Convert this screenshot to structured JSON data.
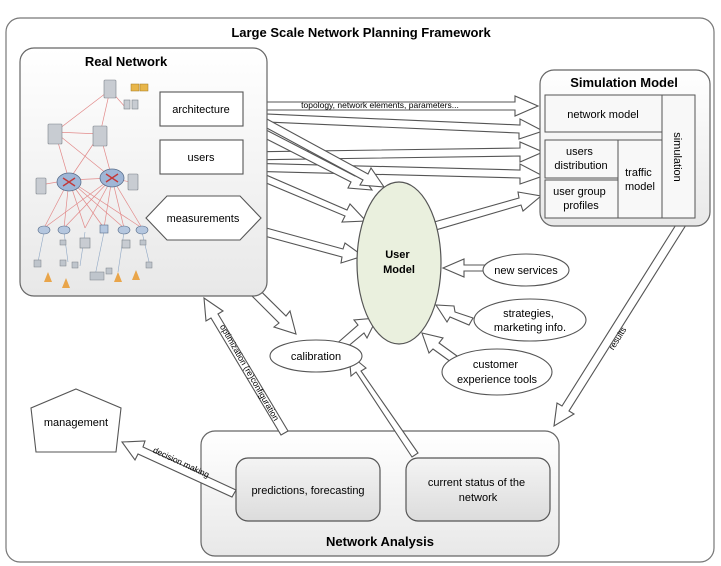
{
  "title": "Large Scale Network Planning Framework",
  "real_network": {
    "title": "Real Network",
    "architecture": "architecture",
    "users": "users",
    "measurements": "measurements"
  },
  "simulation_model": {
    "title": "Simulation Model",
    "network_model": "network model",
    "users_distribution": [
      "users",
      "distribution"
    ],
    "user_group_profiles": [
      "user group",
      "profiles"
    ],
    "traffic_model": [
      "traffic",
      "model"
    ],
    "simulation": "simulation"
  },
  "user_model": [
    "User",
    "Model"
  ],
  "inputs": {
    "new_services": "new services",
    "strategies": [
      "strategies,",
      "marketing info."
    ],
    "customer_experience": [
      "customer",
      "experience tools"
    ],
    "calibration": "calibration"
  },
  "network_analysis": {
    "title": "Network Analysis",
    "predictions": "predictions, forecasting",
    "current_status": [
      "current status of the",
      "network"
    ]
  },
  "management": "management",
  "arrow_labels": {
    "topology": "topology, network elements, parameters...",
    "results": "results",
    "optimization": "optimization (re)configuration",
    "decision_making": "decision making"
  },
  "colors": {
    "panel_fill": "#ececec",
    "user_model_fill": "#eaf0de",
    "stroke": "#555555"
  }
}
